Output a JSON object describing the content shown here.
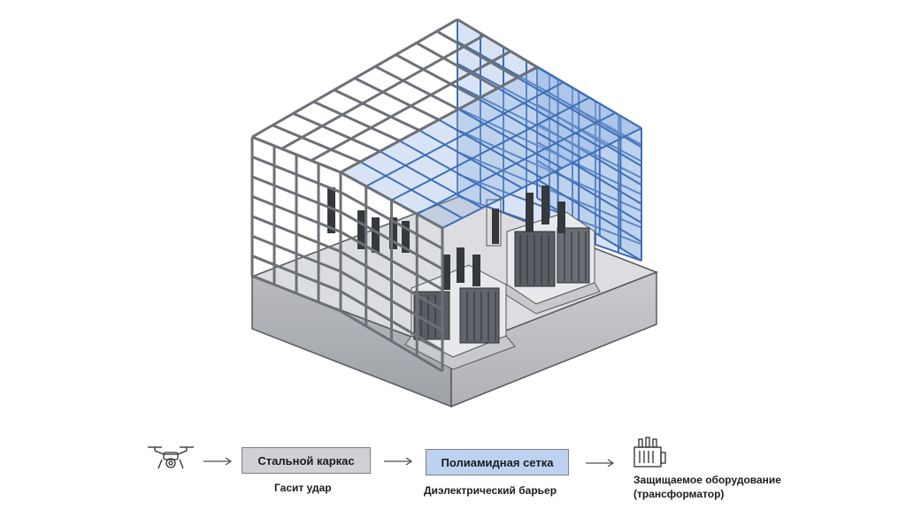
{
  "flow": {
    "steel_frame": {
      "label": "Стальной каркас",
      "caption": "Гасит удар"
    },
    "polyamide_net": {
      "label": "Полиамидная сетка",
      "caption": "Диэлектрический барьер"
    },
    "protected": {
      "caption_line1": "Защищаемое оборудование",
      "caption_line2": "(трансформатор)"
    }
  },
  "icons": {
    "source": "drone-icon",
    "target": "transformer-icon"
  },
  "colors": {
    "steel": "#b9bcc1",
    "steel_dark": "#6d7177",
    "net": "#3f6fb6",
    "net_fill": "#8fb1e3",
    "box_steel": "#cfd1d4",
    "box_net": "#bcd2f0",
    "slab_top": "#d7d8da",
    "transformer": "#4a4d52"
  }
}
